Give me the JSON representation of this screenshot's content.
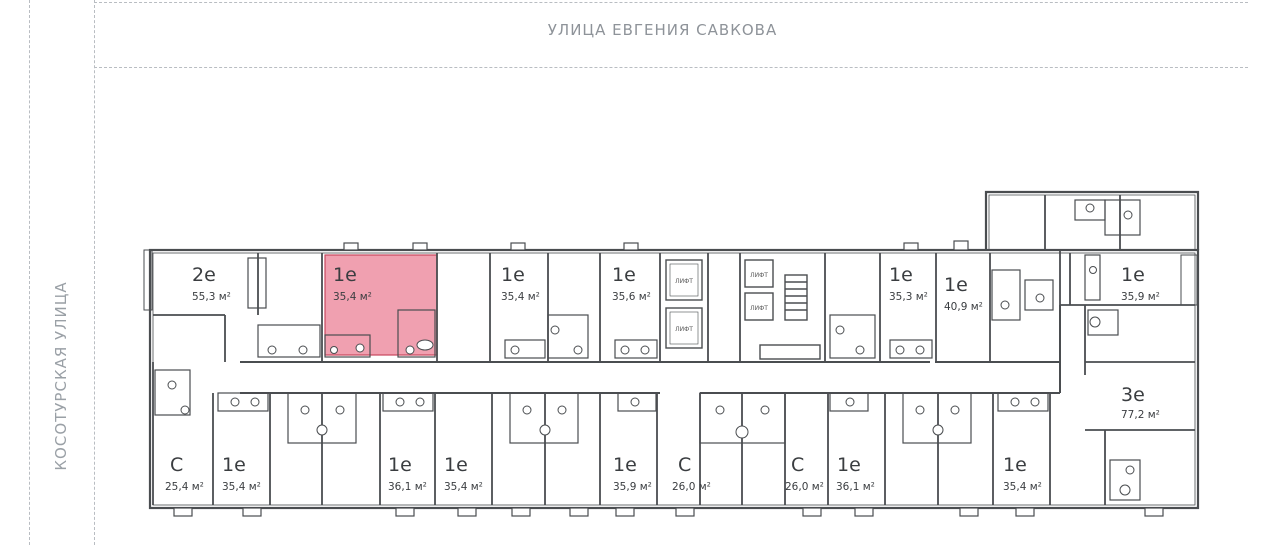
{
  "streets": {
    "top": "УЛИЦА ЕВГЕНИЯ САВКОВА",
    "left": "КОСОТУРСКАЯ УЛИЦА"
  },
  "colors": {
    "wall": "#4a4d50",
    "highlight_fill": "#f0a0b0",
    "highlight_stroke": "#c9475e",
    "dashed": "#b9bdc2",
    "label": "#8e9399"
  },
  "selected_apartment": "apt-top-2",
  "lift_label": "ЛИФТ",
  "apartments": [
    {
      "id": "apt-top-1",
      "type": "2e",
      "area": "55,3 м²"
    },
    {
      "id": "apt-top-2",
      "type": "1e",
      "area": "35,4 м²"
    },
    {
      "id": "apt-top-3",
      "type": "1e",
      "area": "35,4 м²"
    },
    {
      "id": "apt-top-4",
      "type": "1e",
      "area": "35,6 м²"
    },
    {
      "id": "apt-top-5",
      "type": "1e",
      "area": "35,3 м²"
    },
    {
      "id": "apt-top-6",
      "type": "1e",
      "area": "40,9 м²"
    },
    {
      "id": "apt-top-7",
      "type": "1e",
      "area": "35,9 м²"
    },
    {
      "id": "apt-right-1",
      "type": "3e",
      "area": "77,2 м²"
    },
    {
      "id": "apt-bot-1",
      "type": "С",
      "area": "25,4 м²"
    },
    {
      "id": "apt-bot-2",
      "type": "1e",
      "area": "35,4 м²"
    },
    {
      "id": "apt-bot-3",
      "type": "1e",
      "area": "36,1 м²"
    },
    {
      "id": "apt-bot-4",
      "type": "1e",
      "area": "35,4 м²"
    },
    {
      "id": "apt-bot-5",
      "type": "1e",
      "area": "35,9 м²"
    },
    {
      "id": "apt-bot-6",
      "type": "С",
      "area": "26,0 м²"
    },
    {
      "id": "apt-bot-7",
      "type": "С",
      "area": "26,0 м²"
    },
    {
      "id": "apt-bot-8",
      "type": "1e",
      "area": "36,1 м²"
    },
    {
      "id": "apt-bot-9",
      "type": "1e",
      "area": "35,4 м²"
    }
  ]
}
